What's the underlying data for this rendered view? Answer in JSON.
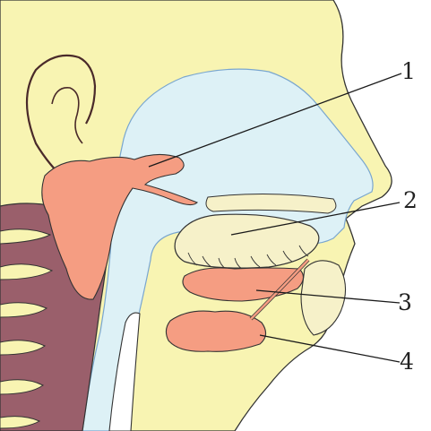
{
  "colors": {
    "skin": "#f8f4b2",
    "cavity": "#ddf1f6",
    "gland": "#f59d82",
    "muscle": "#9a5f6b",
    "tongue": "#f6f1c9",
    "outline": "#333333",
    "blue_outline": "#79a6cf"
  },
  "callouts": [
    {
      "label": "1"
    },
    {
      "label": "2"
    },
    {
      "label": "3"
    },
    {
      "label": "4"
    }
  ]
}
